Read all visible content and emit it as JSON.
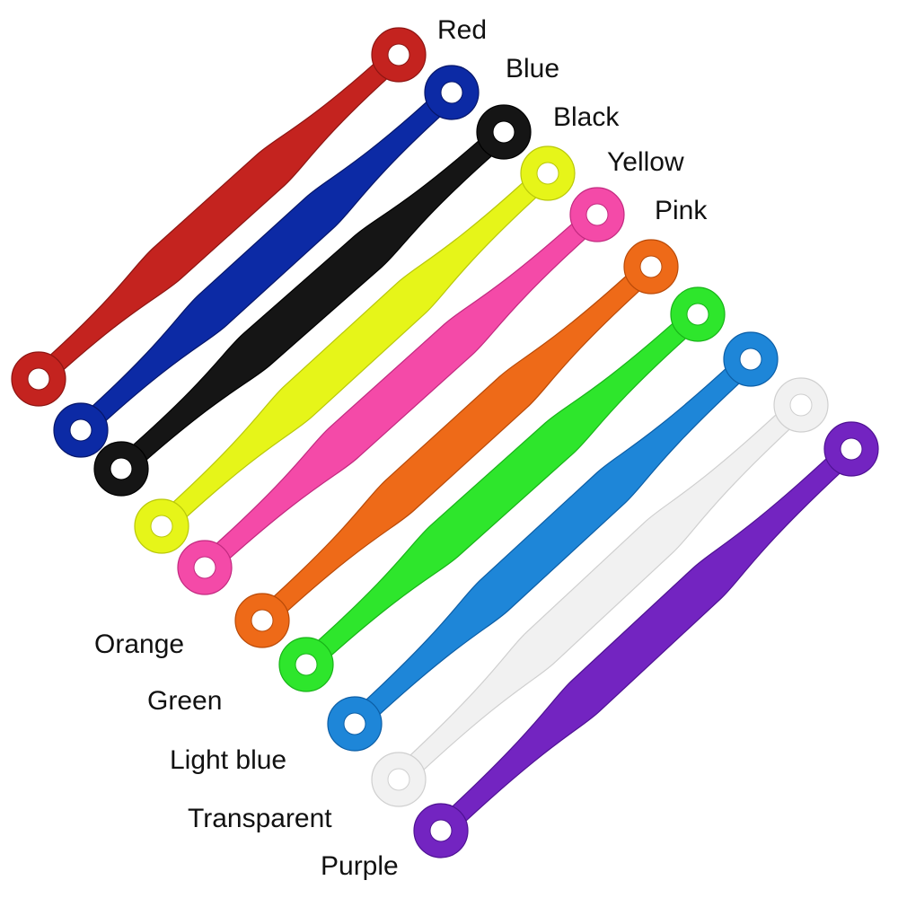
{
  "straps": [
    {
      "label": "Red",
      "color": "#c4231f",
      "dark": "#8e1512"
    },
    {
      "label": "Blue",
      "color": "#0c2aa5",
      "dark": "#06166a"
    },
    {
      "label": "Black",
      "color": "#151515",
      "dark": "#000000"
    },
    {
      "label": "Yellow",
      "color": "#e6f519",
      "dark": "#b9c80a"
    },
    {
      "label": "Pink",
      "color": "#f44aa8",
      "dark": "#c22a80"
    },
    {
      "label": "Orange",
      "color": "#ee6a18",
      "dark": "#b94a08"
    },
    {
      "label": "Green",
      "color": "#2ee62c",
      "dark": "#18b418"
    },
    {
      "label": "Light blue",
      "color": "#1e86d8",
      "dark": "#0c5ea6"
    },
    {
      "label": "Transparent",
      "color": "#f1f1f1",
      "dark": "#cfcfcf"
    },
    {
      "label": "Purple",
      "color": "#7324c1",
      "dark": "#4f1293"
    }
  ]
}
